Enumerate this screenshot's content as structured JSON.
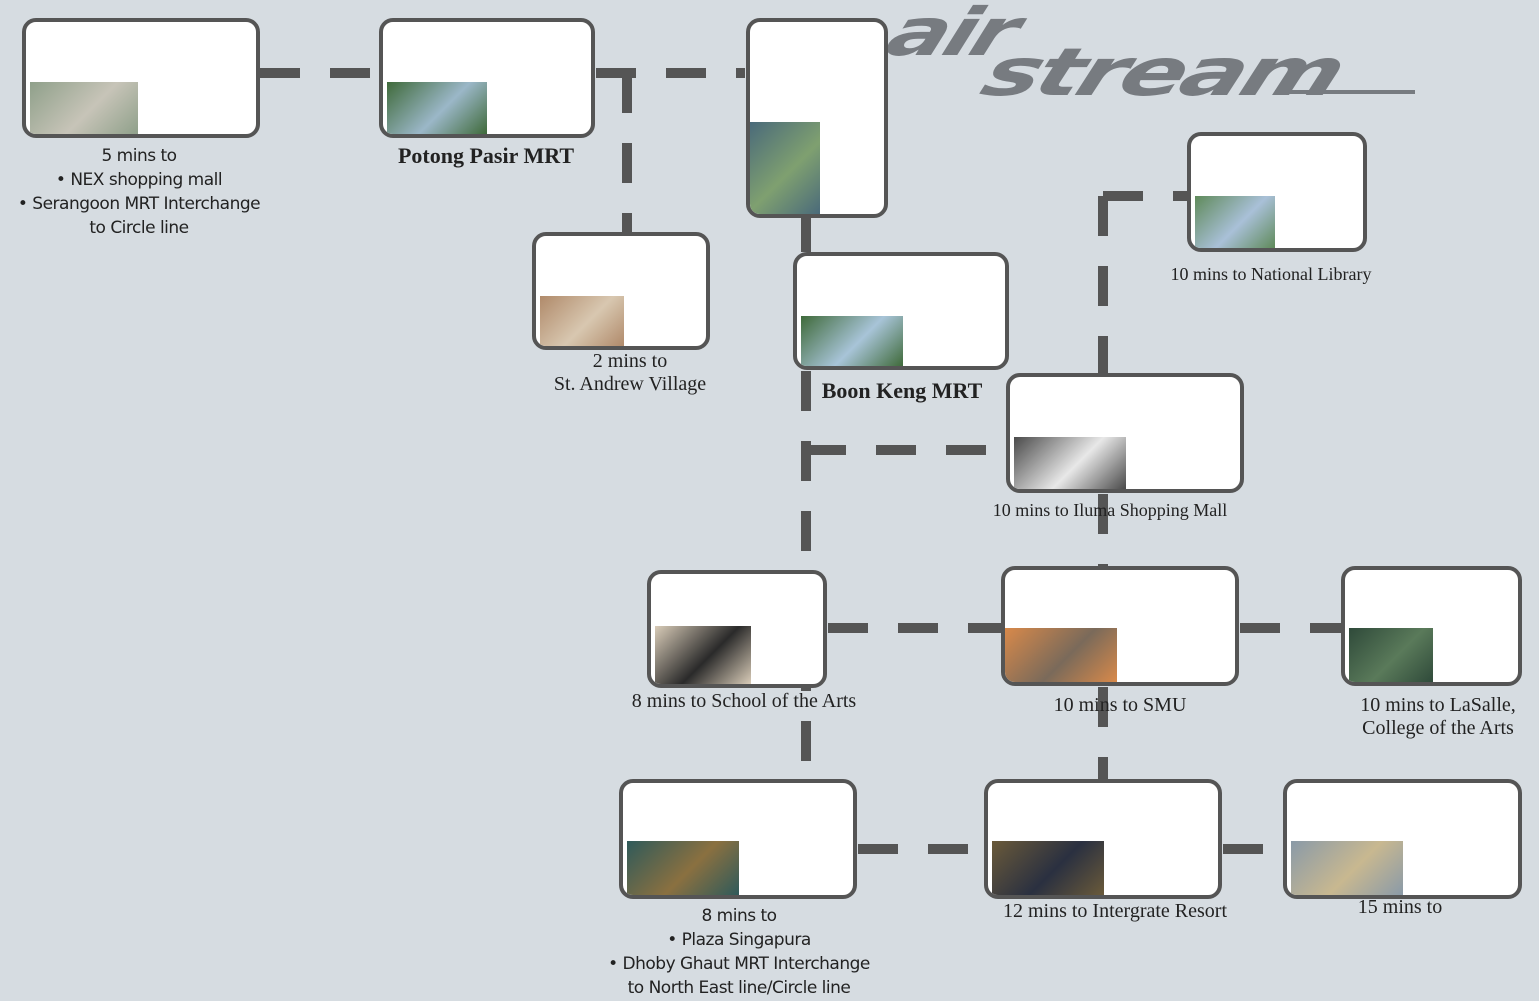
{
  "logo": {
    "text_line1": "air",
    "text_line2": "stream"
  },
  "nodes": {
    "nex": {
      "lines": [
        "5 mins to",
        "• NEX shopping mall",
        "• Serangoon MRT Interchange",
        "to Circle line"
      ]
    },
    "potong_pasir": {
      "lines": [
        "Potong Pasir MRT"
      ]
    },
    "airstream": {
      "lines": []
    },
    "st_andrew": {
      "lines": [
        "2 mins to",
        "St. Andrew Village"
      ]
    },
    "boon_keng": {
      "lines": [
        "Boon Keng MRT"
      ]
    },
    "national_library": {
      "lines": [
        "10 mins to National Library"
      ]
    },
    "iluma": {
      "lines": [
        "10 mins to Iluma Shopping Mall"
      ]
    },
    "sota": {
      "lines": [
        "8 mins to School of the Arts"
      ]
    },
    "smu": {
      "lines": [
        "10 mins to SMU"
      ]
    },
    "lasalle": {
      "lines": [
        "10 mins to LaSalle,",
        "College of the Arts"
      ]
    },
    "plaza_singapura": {
      "lines": [
        "8 mins to",
        "• Plaza Singapura",
        "• Dhoby Ghaut MRT Interchange",
        "to North East line/Circle line"
      ]
    },
    "integrated_resort": {
      "lines": [
        "12 mins to Intergrate Resort"
      ]
    },
    "last": {
      "lines": [
        "15 mins to"
      ]
    }
  },
  "photos": {
    "nex": {
      "colors": [
        "#8fa08a",
        "#c7c4b8"
      ],
      "name": "mall-plaza-photo"
    },
    "potong_pasir": {
      "colors": [
        "#3f6a3a",
        "#9bb7c8"
      ],
      "name": "palm-photo"
    },
    "airstream": {
      "colors": [
        "#4a6a7a",
        "#7fa070"
      ],
      "name": "tower-photo"
    },
    "st_andrew": {
      "colors": [
        "#b08a6a",
        "#d8c7b0"
      ],
      "name": "village-photo"
    },
    "boon_keng": {
      "colors": [
        "#3f6a3a",
        "#a8c4d8"
      ],
      "name": "palm-photo"
    },
    "national_library": {
      "colors": [
        "#5f8a5a",
        "#a9c0d8"
      ],
      "name": "library-photo"
    },
    "iluma": {
      "colors": [
        "#4a4a4a",
        "#e8e8e8"
      ],
      "name": "mall-facade-photo"
    },
    "sota": {
      "colors": [
        "#d9ccb8",
        "#2a2a2a"
      ],
      "name": "school-sign-photo"
    },
    "smu": {
      "colors": [
        "#d8894a",
        "#7a6a5a"
      ],
      "name": "smu-building-photo"
    },
    "lasalle": {
      "colors": [
        "#2f4a3a",
        "#5a7a5a"
      ],
      "name": "lasalle-building-photo"
    },
    "plaza_singapura": {
      "colors": [
        "#2f5a5a",
        "#8a7040"
      ],
      "name": "plaza-photo"
    },
    "integrated_resort": {
      "colors": [
        "#6a5a3a",
        "#2a3040"
      ],
      "name": "resort-photo"
    },
    "last": {
      "colors": [
        "#8a9aa8",
        "#c8b890"
      ],
      "name": "skyline-photo"
    }
  },
  "style": {
    "line_color": "#555555",
    "background": "#d6dce1"
  }
}
